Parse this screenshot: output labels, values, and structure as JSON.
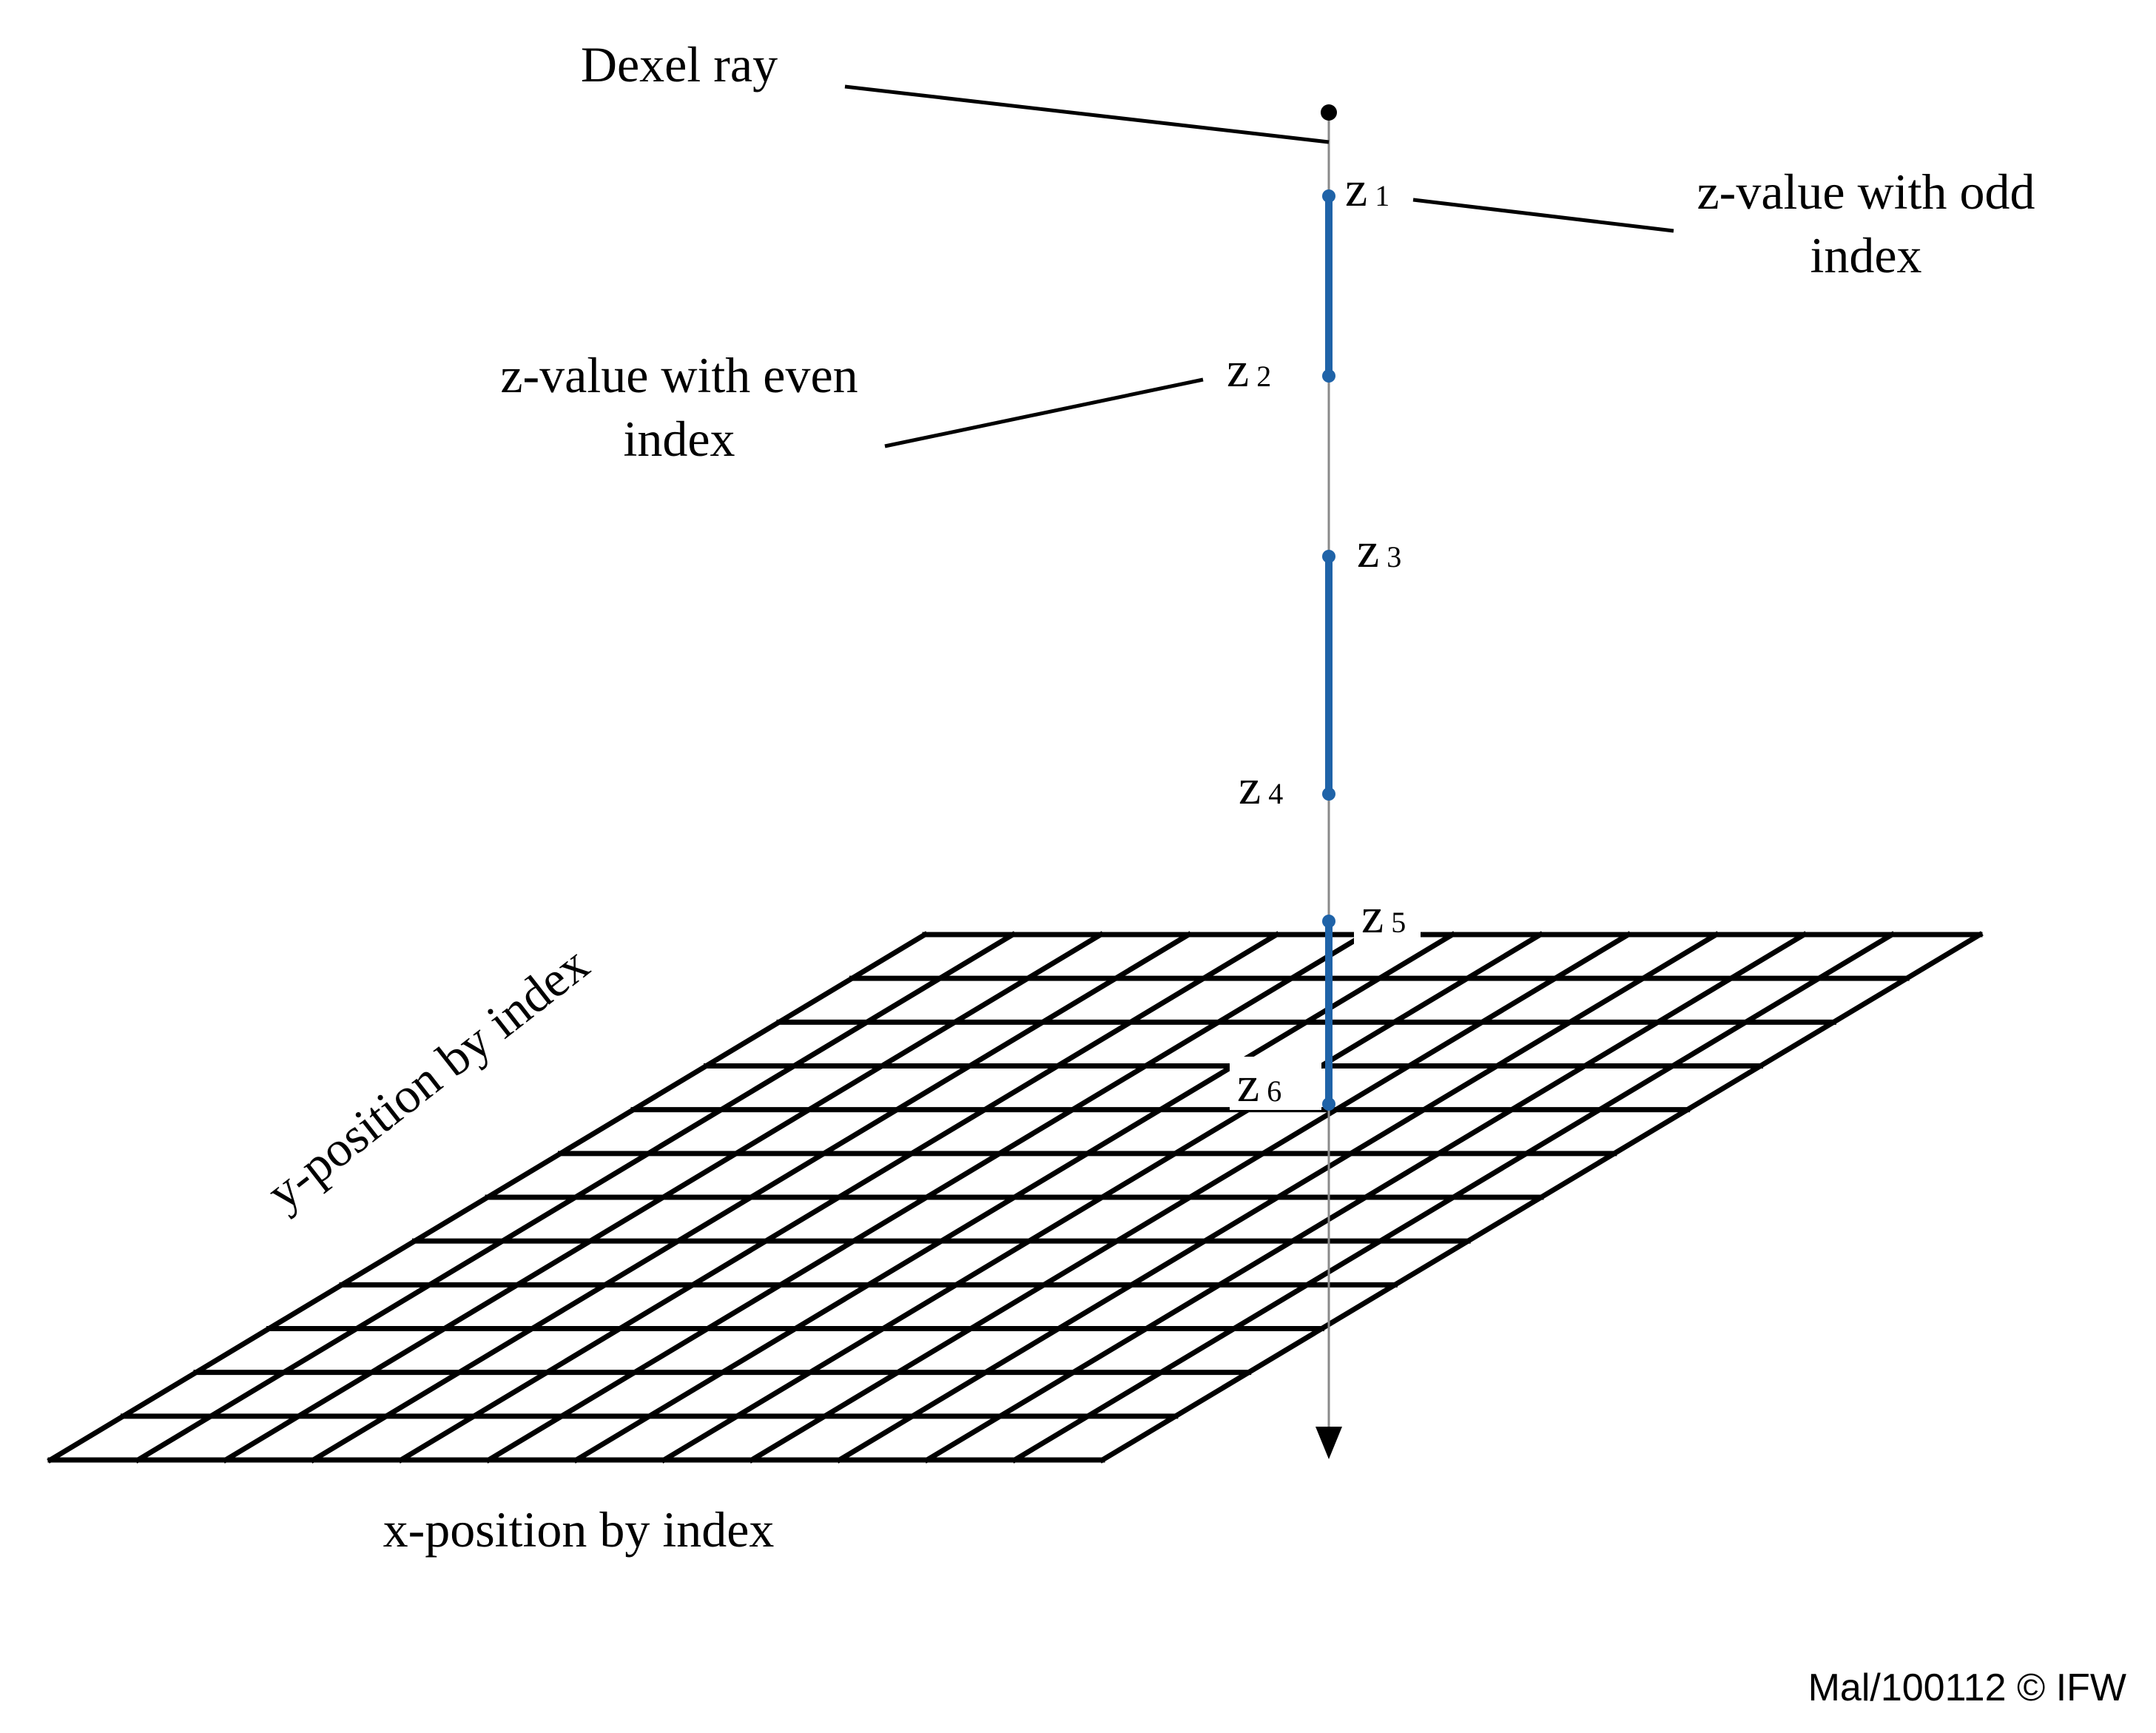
{
  "labels": {
    "dexel_ray": "Dexel ray",
    "odd_line1": "z-value with odd",
    "odd_line2": "index",
    "even_line1": "z-value with even",
    "even_line2": "index",
    "y_axis": "y-position by index",
    "x_axis": "x-position by index",
    "credit": "Mal/100112  ©  IFW"
  },
  "z_values": [
    {
      "letter": "z",
      "index": "1"
    },
    {
      "letter": "z",
      "index": "2"
    },
    {
      "letter": "z",
      "index": "3"
    },
    {
      "letter": "z",
      "index": "4"
    },
    {
      "letter": "z",
      "index": "5"
    },
    {
      "letter": "z",
      "index": "6"
    }
  ],
  "grid": {
    "columns": 12,
    "rows": 12
  },
  "colors": {
    "segment": "#1f63a8",
    "grid": "#000000",
    "ray": "#8a8a8a"
  }
}
